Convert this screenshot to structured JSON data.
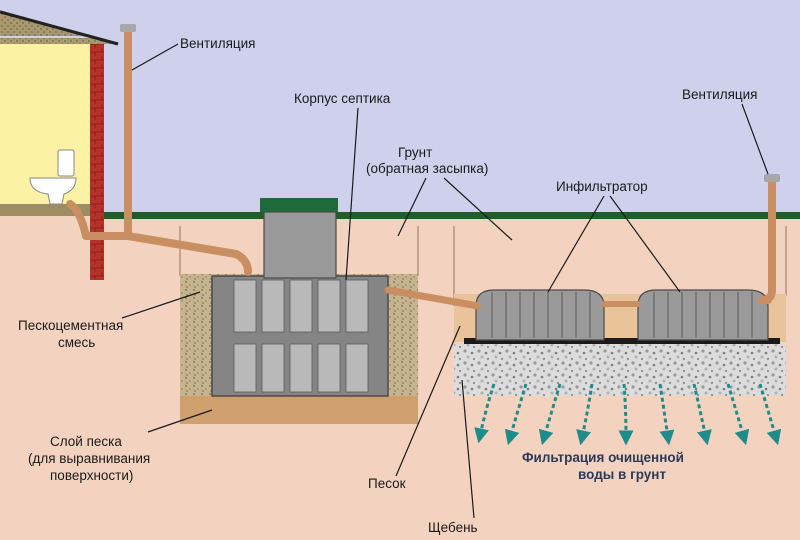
{
  "labels": {
    "vent_left": "Вентиляция",
    "tank_body": "Корпус септика",
    "soil_line1": "Грунт",
    "soil_line2": "(обратная засыпка)",
    "infiltrator": "Инфильтратор",
    "vent_right": "Вентиляция",
    "sand_cement_line1": "Пескоцементная",
    "sand_cement_line2": "смесь",
    "sand_layer_line1": "Слой песка",
    "sand_layer_line2": "(для выравнивания",
    "sand_layer_line3": "поверхности)",
    "sand": "Песок",
    "filtration_line1": "Фильтрация очищенной",
    "filtration_line2": "воды в грунт",
    "gravel": "Щебень"
  },
  "colors": {
    "sky": "#cfd0ec",
    "soil": "#f3d3c0",
    "house_wall": "#fdf1a6",
    "brick": "#b8322b",
    "ground_line": "#1f5e2a",
    "pipe": "#c98e62",
    "tank": "#858585",
    "tank_lid": "#1e6a38",
    "sand_cement": "#c6b48e",
    "sand_bed": "#cfa06e",
    "gravel": "#d8d8d8",
    "flow_arrow": "#1e8c8a"
  }
}
